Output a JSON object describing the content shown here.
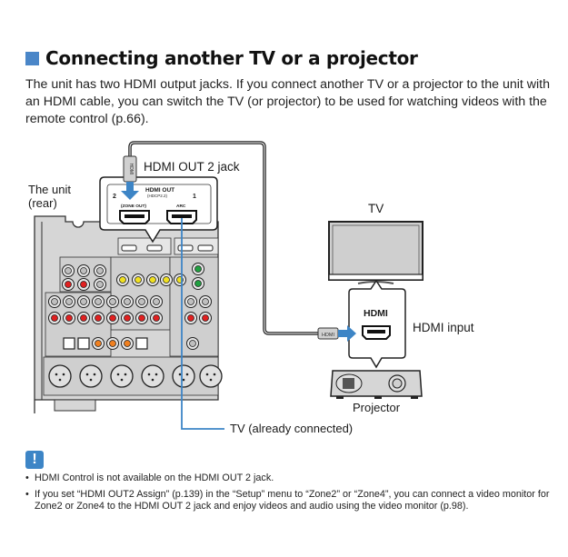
{
  "section": {
    "title": "Connecting another TV or a projector",
    "intro": "The unit has two HDMI output jacks. If you connect another TV or a projector to the unit with an HDMI cable, you can switch the TV (or projector) to be used for watching videos with the remote control (p.66)."
  },
  "diagram": {
    "unit_label_line1": "The unit",
    "unit_label_line2": "(rear)",
    "hdmi_out2_jack_label": "HDMI OUT 2 jack",
    "hdmi_out_panel_title": "HDMI OUT",
    "hdmi_out_panel_subtitle": "(HDCP2.2)",
    "jack2_number": "2",
    "jack2_caption": "(ZONE OUT)",
    "jack1_number": "1",
    "jack1_caption": "ARC",
    "cable_plug_text": "HDMI",
    "tv_label": "TV",
    "hdmi_input_panel_title": "HDMI",
    "hdmi_input_label": "HDMI input",
    "projector_label": "Projector",
    "tv_already_connected_label": "TV (already connected)",
    "colors": {
      "accent_blue": "#3d85c6",
      "heading_square": "#4a86c8",
      "panel_gray": "#c8c8c8"
    }
  },
  "notes": {
    "icon": "exclamation-icon",
    "icon_text": "!",
    "items": [
      "HDMI Control is not available on the HDMI OUT 2 jack.",
      "If you set “HDMI OUT2 Assign” (p.139) in the “Setup” menu to “Zone2” or “Zone4”, you can connect a video monitor for Zone2 or Zone4 to the HDMI OUT 2 jack and enjoy videos and audio using the video monitor (p.98)."
    ]
  }
}
